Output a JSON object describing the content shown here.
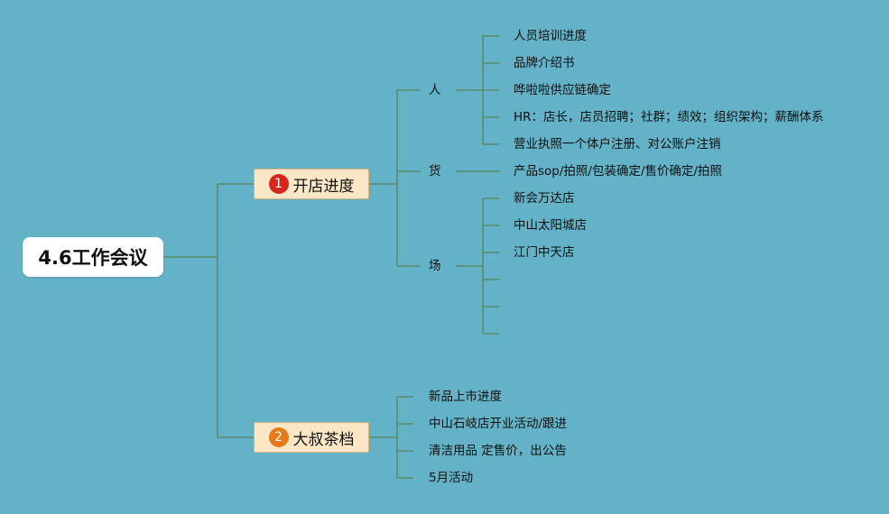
{
  "root": {
    "label": "4.6工作会议"
  },
  "branches": [
    {
      "number": "1",
      "label": "开店进度",
      "subs": [
        {
          "label": "人",
          "items": [
            "人员培训进度",
            "品牌介绍书",
            "哗啦啦供应链确定",
            "HR：店长，店员招聘；社群；绩效；组织架构；薪酬体系",
            "营业执照一个体户注册、对公账户注销"
          ]
        },
        {
          "label": "货",
          "items": [
            "产品sop/拍照/包装确定/售价确定/拍照"
          ]
        },
        {
          "label": "场",
          "items": [
            "新会万达店",
            "中山太阳城店",
            "江门中天店",
            "",
            "",
            ""
          ]
        }
      ]
    },
    {
      "number": "2",
      "label": "大叔茶档",
      "items": [
        "新品上市进度",
        "中山石岐店开业活动/跟进",
        "清洁用品 定售价，出公告",
        "5月活动"
      ]
    }
  ],
  "colors": {
    "background": "#63b2c8",
    "line": "#5a8a6e",
    "branch_fill": "#fbe7c5",
    "badge_1": "#d9261c",
    "badge_2": "#e57a1b"
  }
}
